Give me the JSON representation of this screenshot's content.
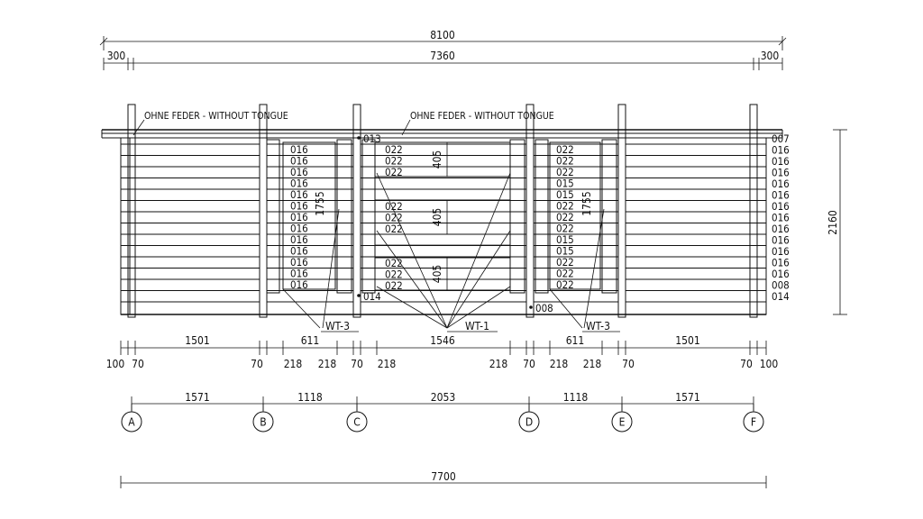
{
  "dims": {
    "overall_top": "8100",
    "side_left": "300",
    "middle_top": "7360",
    "side_right": "300",
    "height_right": "2160",
    "overall_bottom": "7700"
  },
  "notes": {
    "no_tongue_left": "OHNE FEDER - WITHOUT TONGUE",
    "no_tongue_center": "OHNE FEDER - WITHOUT TONGUE"
  },
  "openings": {
    "left": "WT-3",
    "center": "WT-1",
    "right": "WT-3",
    "left_height": "1755",
    "right_height": "1755",
    "center_h1": "405",
    "center_h2": "405",
    "center_h3": "405"
  },
  "log_codes": {
    "left_col": [
      "016",
      "016",
      "016",
      "016",
      "016",
      "016",
      "016",
      "016",
      "016",
      "016",
      "016",
      "016",
      "016"
    ],
    "center_upper": [
      "022",
      "022",
      "022"
    ],
    "center_middle": [
      "022",
      "022",
      "022"
    ],
    "center_lower": [
      "022",
      "022",
      "022"
    ],
    "right_col": [
      "022",
      "022",
      "022",
      "015",
      "015",
      "022",
      "022",
      "022",
      "015",
      "015",
      "022",
      "022",
      "022"
    ],
    "edge_col": [
      "007",
      "016",
      "016",
      "016",
      "016",
      "016",
      "016",
      "016",
      "016",
      "016",
      "016",
      "016",
      "016",
      "008",
      "014"
    ],
    "marker_013": "013",
    "marker_014": "014",
    "marker_008": "008"
  },
  "row1": [
    "1501",
    "611",
    "1546",
    "611",
    "1501"
  ],
  "row2": [
    "100",
    "70",
    "70",
    "218",
    "218",
    "70",
    "218",
    "218",
    "70",
    "218",
    "218",
    "70",
    "70",
    "100"
  ],
  "axes": {
    "spans": [
      "1571",
      "1118",
      "2053",
      "1118",
      "1571"
    ],
    "labels": [
      "A",
      "B",
      "C",
      "D",
      "E",
      "F"
    ]
  }
}
